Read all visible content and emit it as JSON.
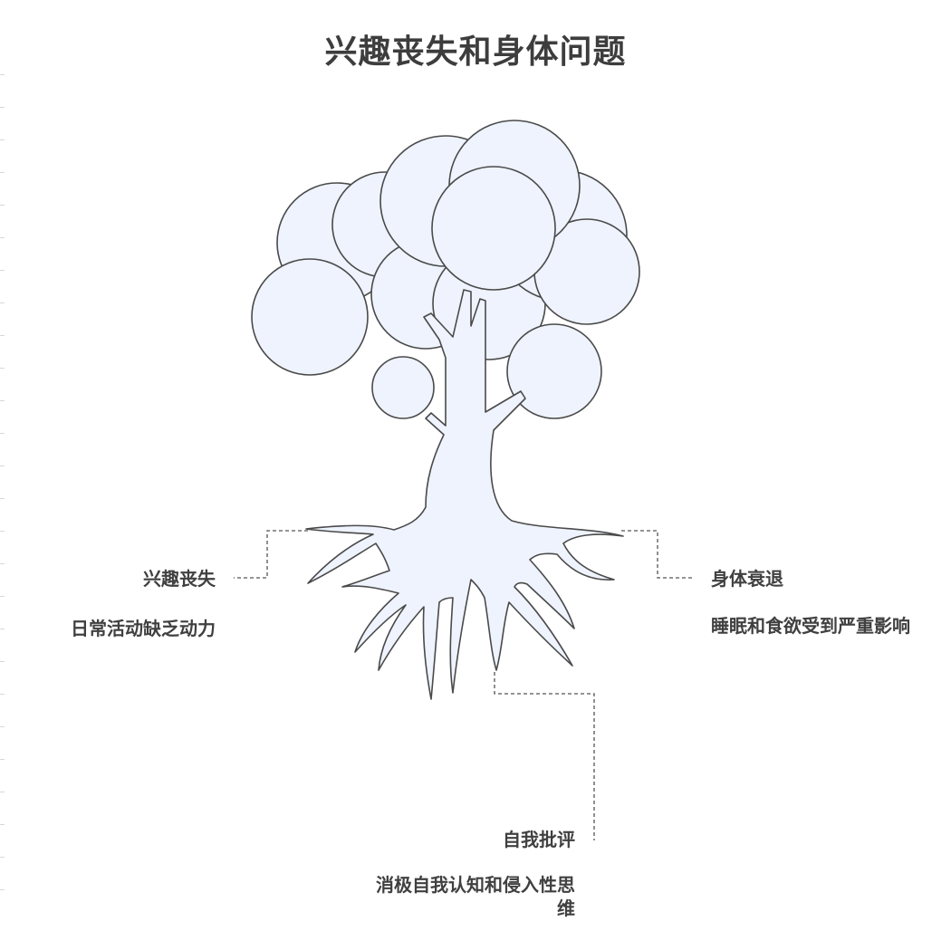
{
  "title": "兴趣丧失和身体问题",
  "branches": {
    "left": {
      "heading": "兴趣丧失",
      "detail": "日常活动缺乏动力"
    },
    "right": {
      "heading": "身体衰退",
      "detail": "睡眠和食欲受到严重影响"
    },
    "bottom": {
      "heading": "自我批评",
      "detail": "消极自我认知和侵入性思维"
    }
  },
  "colors": {
    "fill": "#eef3fd",
    "stroke": "#4a4a4a",
    "connector": "#555555",
    "text": "#404040"
  }
}
